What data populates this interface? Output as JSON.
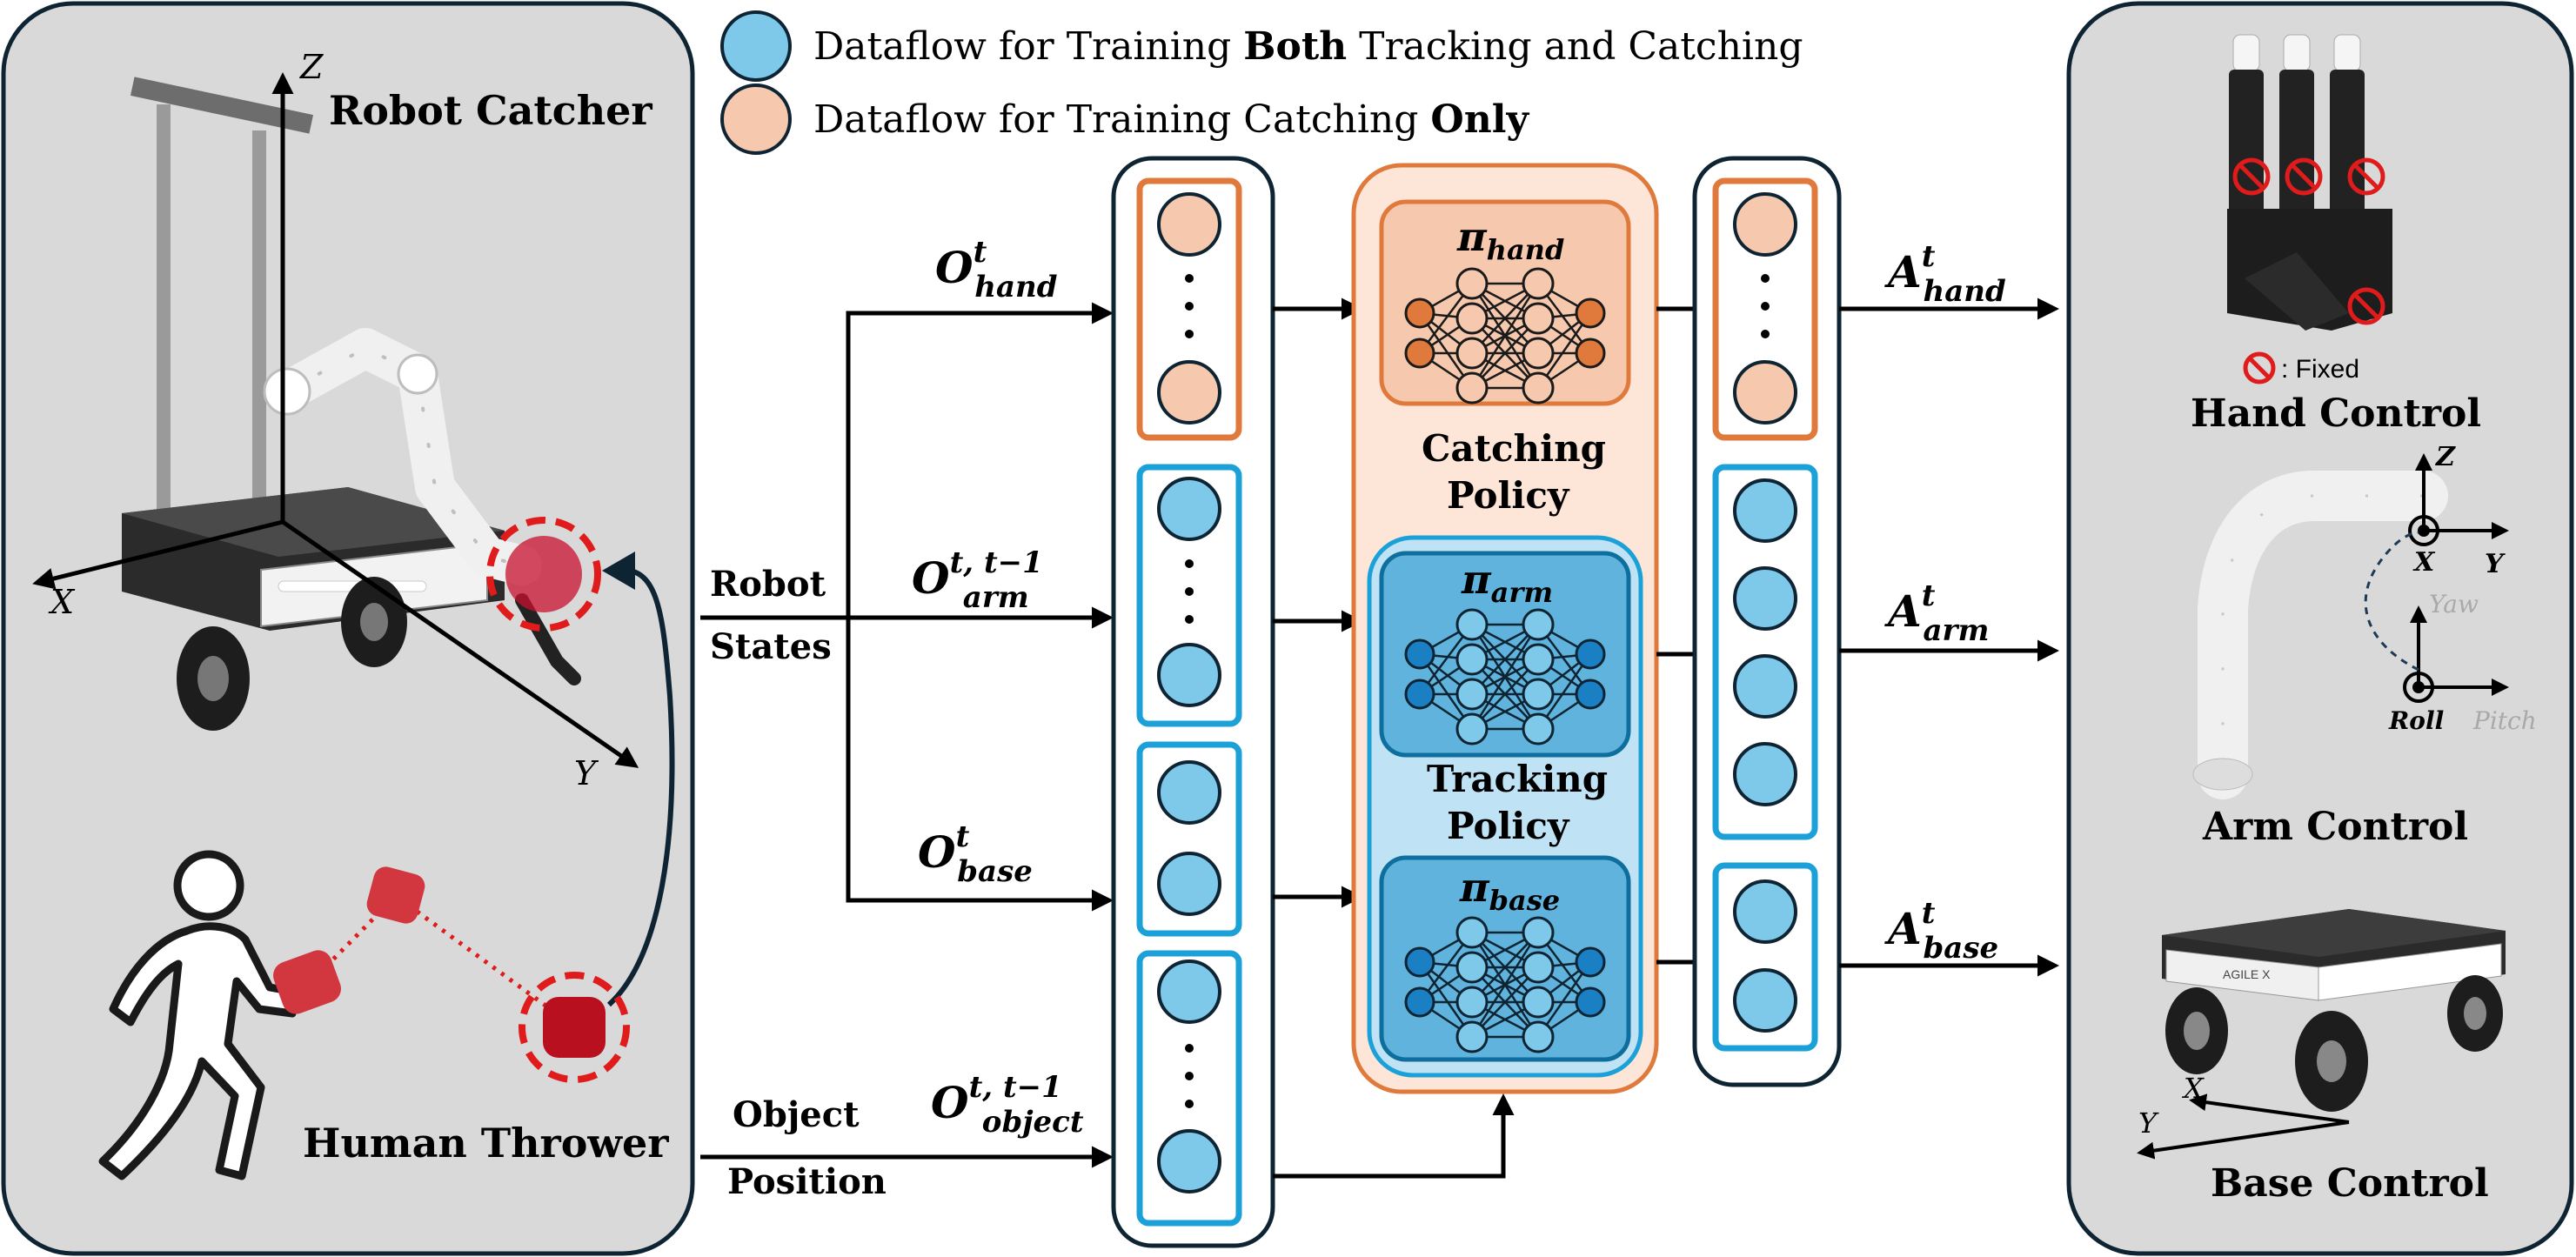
{
  "legend": {
    "blue_prefix": "Dataflow for Training ",
    "blue_bold": "Both",
    "blue_suffix": " Tracking and Catching",
    "orange_prefix": "Dataflow for Training Catching ",
    "orange_bold": "Only"
  },
  "left_panel": {
    "robot_title": "Robot Catcher",
    "human_title": "Human Thrower",
    "axis_x": "X",
    "axis_y": "Y",
    "axis_z": "Z"
  },
  "inputs": {
    "robot_states_line1": "Robot",
    "robot_states_line2": "States",
    "object_position_line1": "Object",
    "object_position_line2": "Position",
    "o_hand": {
      "base": "O",
      "sup": "t",
      "sub": "hand"
    },
    "o_arm": {
      "base": "O",
      "sup": "t, t−1",
      "sub": "arm"
    },
    "o_base": {
      "base": "O",
      "sup": "t",
      "sub": "base"
    },
    "o_object": {
      "base": "O",
      "sup": "t, t−1",
      "sub": "object"
    }
  },
  "policies": {
    "catching_line1": "Catching",
    "catching_line2": "Policy",
    "tracking_line1": "Tracking",
    "tracking_line2": "Policy",
    "pi_hand": {
      "base": "π",
      "sub": "hand"
    },
    "pi_arm": {
      "base": "π",
      "sub": "arm"
    },
    "pi_base": {
      "base": "π",
      "sub": "base"
    }
  },
  "actions": {
    "a_hand": {
      "base": "A",
      "sup": "t",
      "sub": "hand"
    },
    "a_arm": {
      "base": "A",
      "sup": "t",
      "sub": "arm"
    },
    "a_base": {
      "base": "A",
      "sup": "t",
      "sub": "base"
    }
  },
  "right_panel": {
    "hand_control": "Hand Control",
    "fixed_label": ": Fixed",
    "arm_control": "Arm Control",
    "base_control": "Base Control",
    "arm_axis_z": "Z",
    "arm_axis_x": "X",
    "arm_axis_y": "Y",
    "yaw": "Yaw",
    "roll": "Roll",
    "pitch": "Pitch",
    "base_axis_x": "X",
    "base_axis_y": "Y",
    "brand": "AGILE X"
  },
  "colors": {
    "blue_fill": "#7ec8ea",
    "blue_stroke": "#1ba1d8",
    "orange_fill": "#f6c9ae",
    "orange_stroke": "#e07a3c",
    "panel_gray": "#d9d9d9",
    "dark_outline": "#0e2433",
    "ball_red": "#c8102e"
  }
}
